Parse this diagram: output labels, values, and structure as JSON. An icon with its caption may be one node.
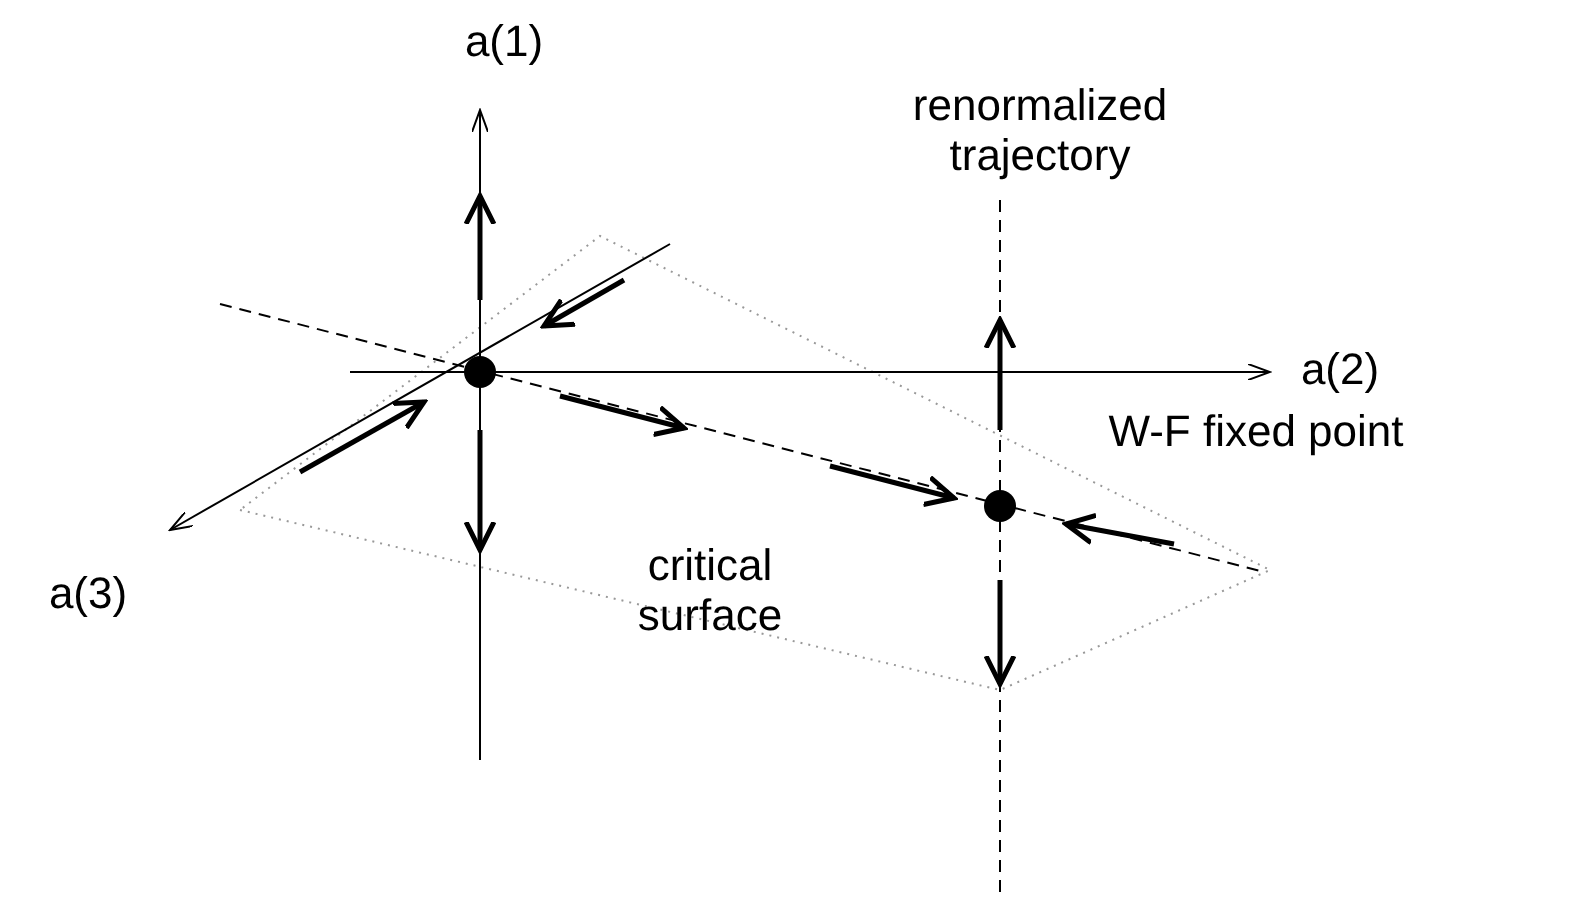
{
  "diagram": {
    "labels": [
      "a(1)",
      "a(2)",
      "a(3)",
      "renormalized trajectory",
      "W-F fixed point",
      "critical surface"
    ]
  }
}
